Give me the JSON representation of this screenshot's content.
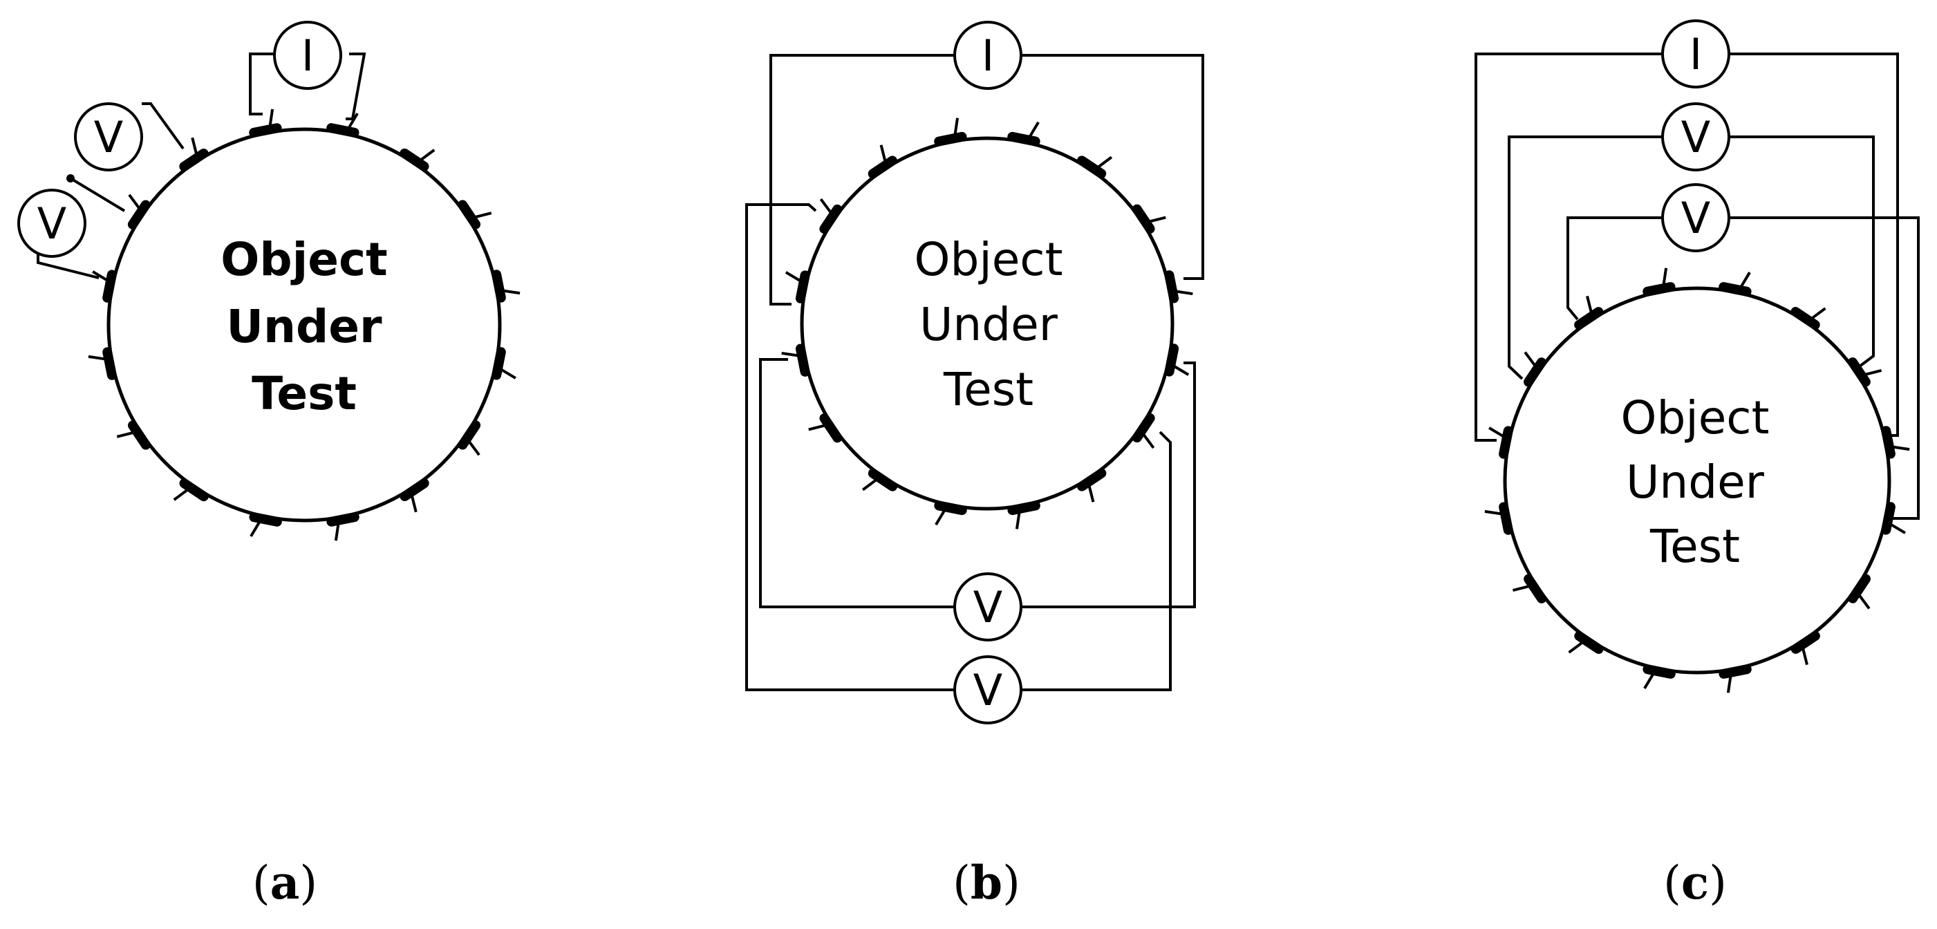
{
  "panels": [
    {
      "id": "a",
      "object_label": [
        "Object",
        "Under",
        "Test"
      ],
      "meters": [
        {
          "kind": "current",
          "symbol": "I"
        },
        {
          "kind": "voltage",
          "symbol": "V"
        },
        {
          "kind": "voltage",
          "symbol": "V"
        }
      ],
      "caption": {
        "open": "(",
        "letter": "a",
        "close": ")"
      },
      "electrode_count": 16
    },
    {
      "id": "b",
      "object_label": [
        "Object",
        "Under",
        "Test"
      ],
      "meters": [
        {
          "kind": "current",
          "symbol": "I"
        },
        {
          "kind": "voltage",
          "symbol": "V"
        },
        {
          "kind": "voltage",
          "symbol": "V"
        }
      ],
      "caption": {
        "open": "(",
        "letter": "b",
        "close": ")"
      },
      "electrode_count": 16
    },
    {
      "id": "c",
      "object_label": [
        "Object",
        "Under",
        "Test"
      ],
      "meters": [
        {
          "kind": "current",
          "symbol": "I"
        },
        {
          "kind": "voltage",
          "symbol": "V"
        },
        {
          "kind": "voltage",
          "symbol": "V"
        }
      ],
      "caption": {
        "open": "(",
        "letter": "c",
        "close": ")"
      },
      "electrode_count": 16
    }
  ]
}
